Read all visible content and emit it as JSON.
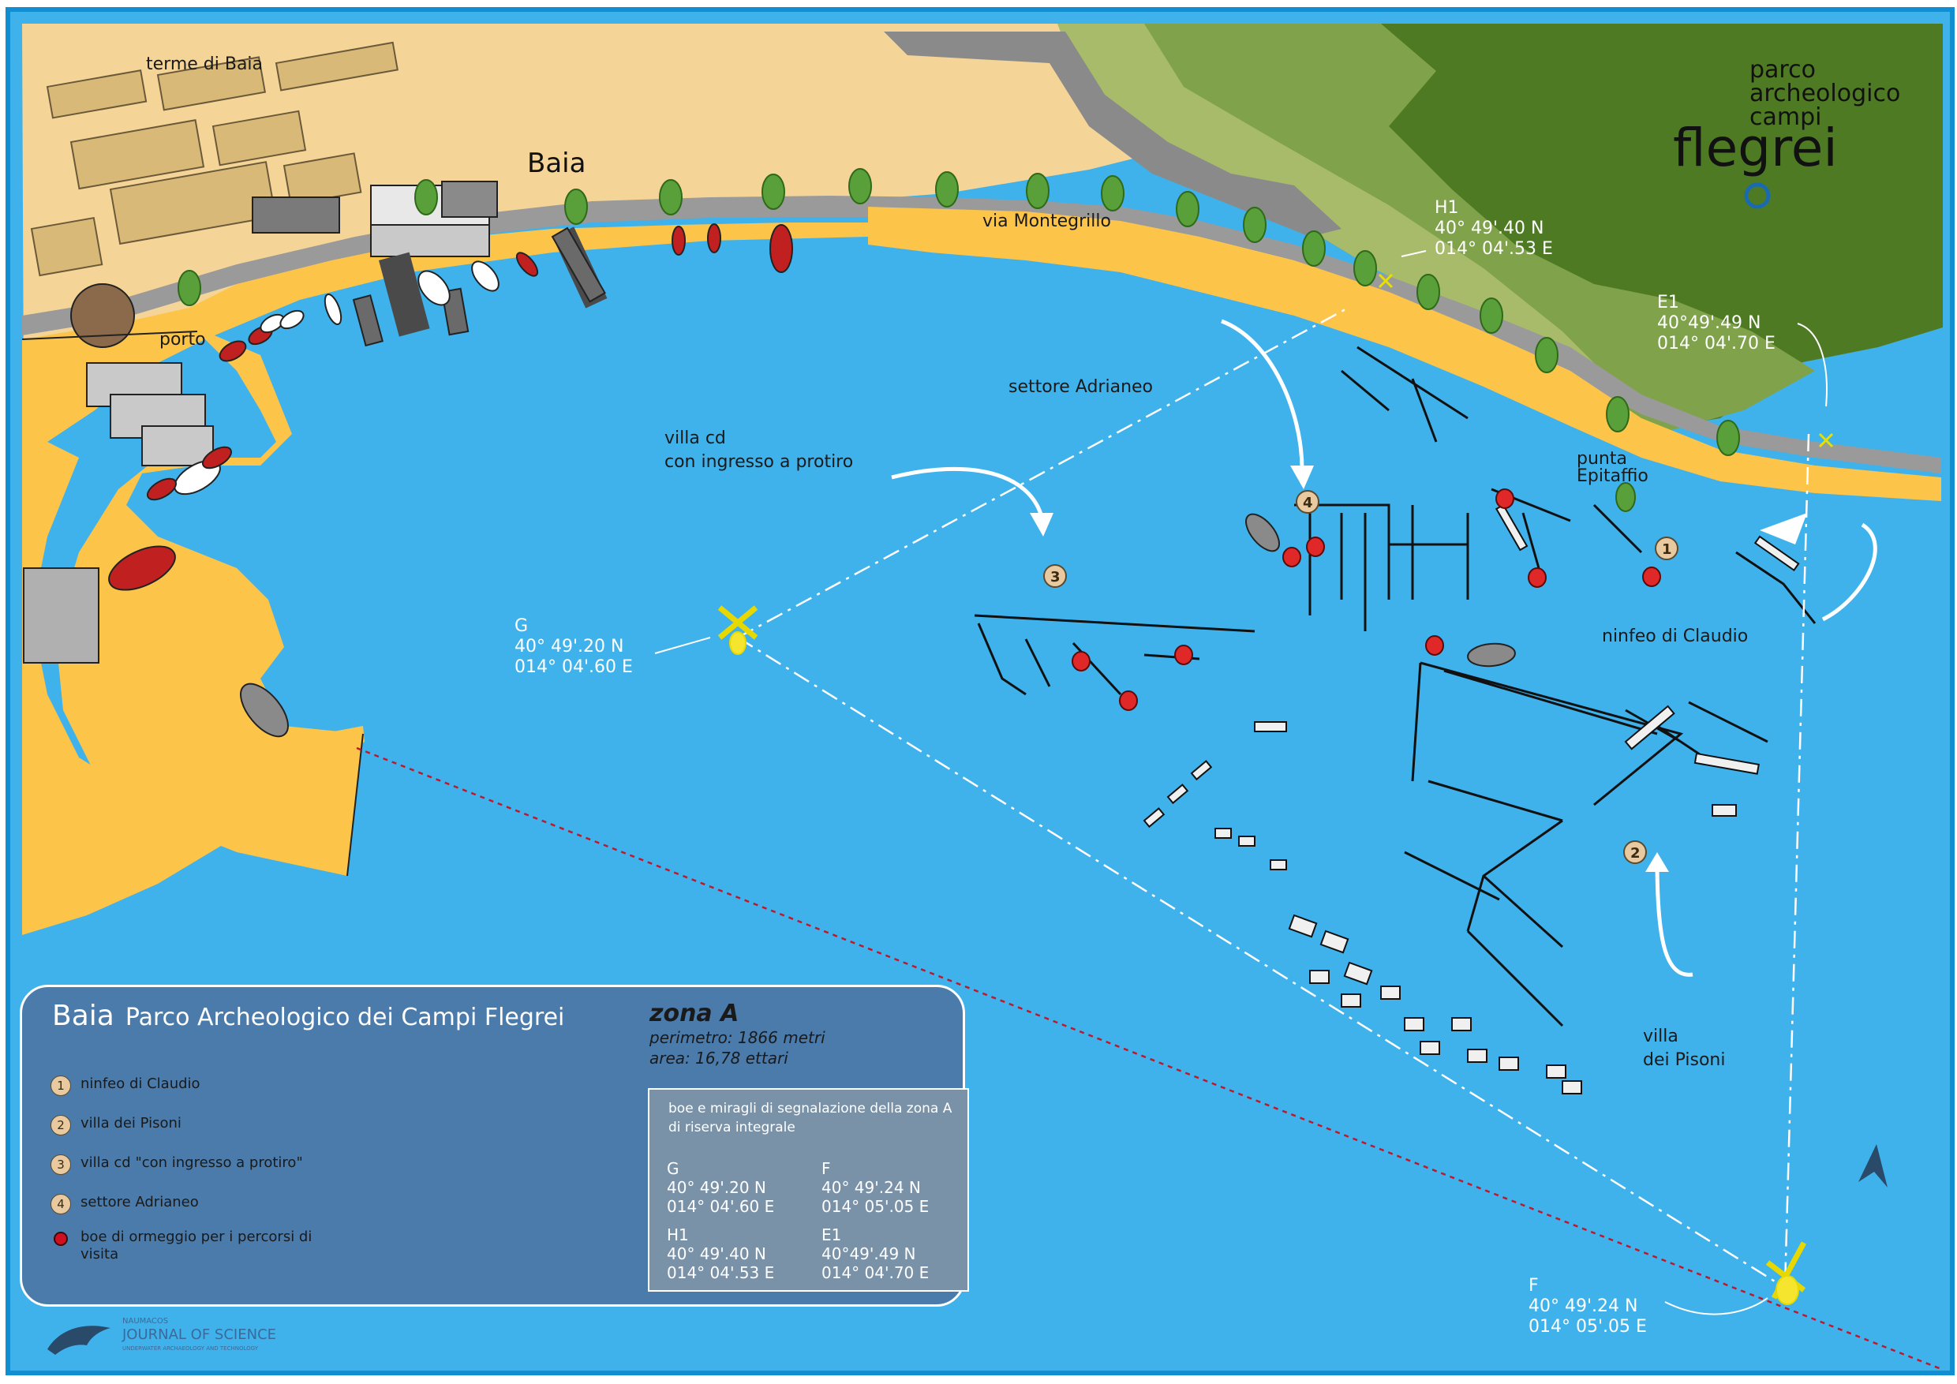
{
  "map": {
    "place_labels": {
      "terme": "terme di Baia",
      "baia": "Baia",
      "porto": "porto",
      "via": "via Montegrillo",
      "punta": [
        "punta",
        "Epitaffio"
      ],
      "settore": "settore Adrianeo",
      "villa_cd": [
        "villa cd",
        "con ingresso a protiro"
      ],
      "ninfeo": "ninfeo di Claudio",
      "villa_pisoni": [
        "villa",
        "dei Pisoni"
      ]
    },
    "logo": {
      "line1": "parco",
      "line2": "archeologico",
      "line3": "campi",
      "line4": "flegrei"
    },
    "markers": [
      "1",
      "2",
      "3",
      "4"
    ],
    "buoys": {
      "H1": {
        "name": "H1",
        "lat": "40° 49'.40 N",
        "lon": "014° 04'.53 E"
      },
      "E1": {
        "name": "E1",
        "lat": "40°49'.49 N",
        "lon": "014° 04'.70 E"
      },
      "G": {
        "name": "G",
        "lat": "40° 49'.20 N",
        "lon": "014° 04'.60 E"
      },
      "F": {
        "name": "F",
        "lat": "40° 49'.24 N",
        "lon": "014° 05'.05 E"
      }
    }
  },
  "legend": {
    "title": "Baia",
    "subtitle": "Parco Archeologico dei Campi Flegrei",
    "items": [
      {
        "num": "1",
        "label": "ninfeo di Claudio"
      },
      {
        "num": "2",
        "label": "villa dei Pisoni"
      },
      {
        "num": "3",
        "label": "villa cd \"con ingresso a protiro\""
      },
      {
        "num": "4",
        "label": "settore Adrianeo"
      }
    ],
    "buoy_item": "boe di ormeggio per i percorsi di visita",
    "zona": {
      "title": "zona A",
      "perimetro": "perimetro: 1866 metri",
      "area": "area: 16,78 ettari"
    },
    "boe_box": {
      "title": "boe e miragli di segnalazione della zona A di riserva integrale",
      "points": [
        {
          "name": "G",
          "lat": "40° 49'.20 N",
          "lon": "014° 04'.60 E"
        },
        {
          "name": "F",
          "lat": "40° 49'.24 N",
          "lon": "014° 05'.05 E"
        },
        {
          "name": "H1",
          "lat": "40° 49'.40 N",
          "lon": "014° 04'.53 E"
        },
        {
          "name": "E1",
          "lat": "40°49'.49 N",
          "lon": "014° 04'.70 E"
        }
      ]
    }
  },
  "journal": {
    "small": "NAUMACOS",
    "big": "JOURNAL OF SCIENCE",
    "sub": "UNDERWATER ARCHAEOLOGY AND TECHNOLOGY"
  },
  "colors": {
    "sea": "#3fb2ec",
    "sand": "#fcc54a",
    "land_light": "#f5d497",
    "hill": "#4f7a24",
    "frame": "#0f8fd1"
  }
}
